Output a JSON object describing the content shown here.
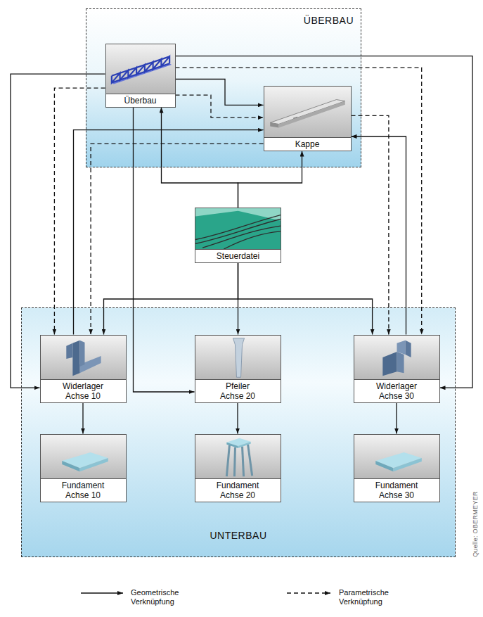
{
  "diagram": {
    "nodes": [
      {
        "text": [
          "ÜBERBAU"
        ]
      },
      {
        "text": [
          "Überbau"
        ],
        "in": 0
      },
      {
        "text": [
          "Kappe"
        ],
        "in": 0
      },
      {
        "text": [
          "Steuerdatei"
        ]
      },
      {
        "text": [
          "UNTERBAU"
        ]
      },
      {
        "text": [
          "Widerlager Achse 10"
        ],
        "in": 4
      },
      {
        "text": [
          "Pfeiler Achse 20"
        ],
        "in": 4
      },
      {
        "text": [
          "Widerlager Achse 30"
        ],
        "in": 4
      },
      {
        "text": [
          "Fundament Achse 10"
        ],
        "in": 4
      },
      {
        "text": [
          "Fundament Achse 20"
        ],
        "in": 4
      },
      {
        "text": [
          "Fundament Achse 30"
        ],
        "in": 4
      }
    ],
    "edges": [
      {
        "from": 3,
        "to": 1,
        "arrow": "to"
      },
      {
        "from": 3,
        "to": 2,
        "arrow": "to"
      },
      {
        "from": 3,
        "to": 5,
        "arrow": "to"
      },
      {
        "from": 3,
        "to": 6,
        "arrow": "to"
      },
      {
        "from": 3,
        "to": 7,
        "arrow": "to"
      },
      {
        "from": 1,
        "to": 2,
        "arrow": "to"
      },
      {
        "from": 1,
        "to": 5,
        "arrow": "to"
      },
      {
        "from": 1,
        "to": 7,
        "arrow": "to"
      },
      {
        "from": 1,
        "to": 6,
        "arrow": "to"
      },
      {
        "from": 5,
        "to": 2,
        "arrow": "to"
      },
      {
        "from": 7,
        "to": 2,
        "arrow": "to"
      },
      {
        "from": 1,
        "to": 5,
        "arrow": "to"
      },
      {
        "from": 1,
        "to": 7,
        "arrow": "to"
      },
      {
        "from": 1,
        "to": 2,
        "arrow": "to"
      },
      {
        "from": 2,
        "to": 7,
        "arrow": "to"
      },
      {
        "from": 2,
        "to": 5,
        "arrow": "to"
      },
      {
        "from": 5,
        "to": 8,
        "arrow": "to"
      },
      {
        "from": 6,
        "to": 9,
        "arrow": "to"
      },
      {
        "from": 7,
        "to": 10,
        "arrow": "to"
      }
    ],
    "labels": [
      "Quelle: OBERMEYER"
    ],
    "legend": [
      {
        "text": "Geometrische Verknüpfung"
      },
      {
        "text": "Parametrische Verknüpfung"
      }
    ]
  }
}
